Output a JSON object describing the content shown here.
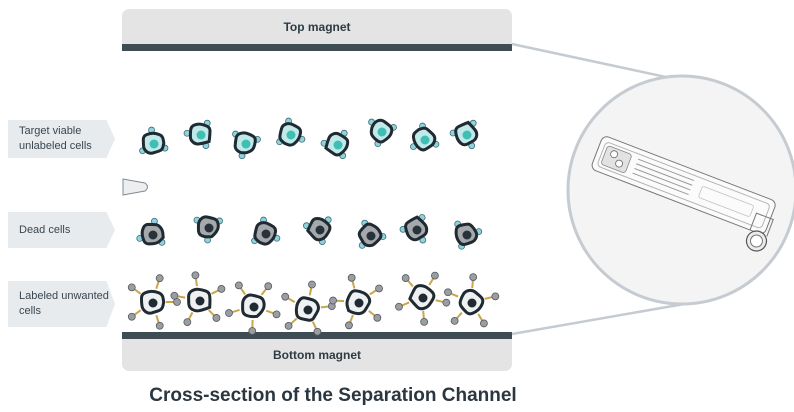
{
  "magnets": {
    "top": "Top magnet",
    "bottom": "Bottom magnet"
  },
  "labels": {
    "target": "Target viable unlabeled cells",
    "dead": "Dead cells",
    "labeled": "Labeled unwanted cells"
  },
  "caption": "Cross-section of the Separation Channel",
  "colors": {
    "magnet_bar": "#3e4c54",
    "viable_nucleus": "#3fbfb4",
    "viable_cytoplasm": "#c2e9ea",
    "dead_fill": "#a6a9ab",
    "label_bg": "#e7ebee"
  },
  "icons": {
    "device": "separation-chip-icon",
    "pointer": "pointer-icon"
  }
}
